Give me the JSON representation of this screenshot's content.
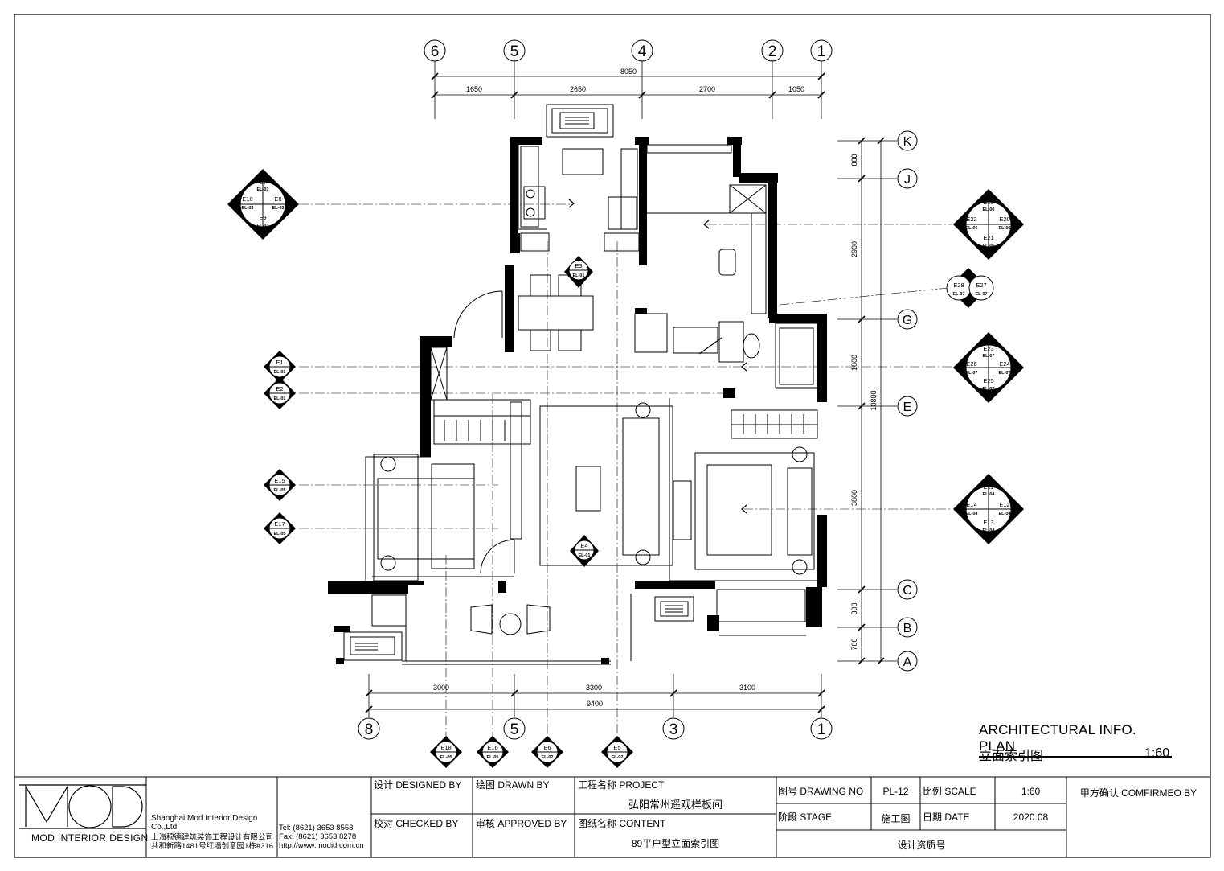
{
  "grid_top": [
    "6",
    "5",
    "4",
    "2",
    "1"
  ],
  "grid_bottom": [
    "8",
    "5",
    "3",
    "1"
  ],
  "grid_right": [
    "K",
    "J",
    "G",
    "E",
    "C",
    "B",
    "A"
  ],
  "dims_top_total": "8050",
  "dims_top": [
    "1650",
    "2650",
    "2700",
    "1050"
  ],
  "dims_bottom": [
    "3000",
    "3300",
    "3100"
  ],
  "dims_bottom_total": "9400",
  "dims_right": [
    "800",
    "2900",
    "1800",
    "3800",
    "800",
    "700"
  ],
  "dims_right_total": "10800",
  "markers": {
    "left_quad": {
      "top": "E7",
      "right": "E8",
      "bottom": "E9",
      "left": "E10",
      "ref": "EL-03"
    },
    "right_quad1": {
      "top": "E19",
      "right": "E20",
      "bottom": "E21",
      "left": "E22",
      "ref": "EL-06"
    },
    "right_quad2": {
      "top": "E23",
      "right": "E24",
      "bottom": "E25",
      "left": "E26",
      "ref": "EL-07"
    },
    "right_quad3": {
      "top": "E11",
      "right": "E12",
      "bottom": "E13",
      "left": "E14",
      "ref": "EL-04"
    },
    "right_pair": {
      "a": "E28",
      "b": "E27",
      "ref": "EL-07"
    },
    "left_single": [
      {
        "id": "E1",
        "ref": "EL-01"
      },
      {
        "id": "E2",
        "ref": "EL-01"
      },
      {
        "id": "E15",
        "ref": "EL-05"
      },
      {
        "id": "E17",
        "ref": "EL-05"
      }
    ],
    "bottom_single": [
      {
        "id": "E18",
        "ref": "EL-05"
      },
      {
        "id": "E16",
        "ref": "EL-05"
      },
      {
        "id": "E6",
        "ref": "EL-02"
      },
      {
        "id": "E5",
        "ref": "EL-02"
      }
    ],
    "interior": [
      {
        "id": "E3",
        "ref": "EL-01"
      },
      {
        "id": "E4",
        "ref": "EL-01"
      }
    ]
  },
  "plan_title": "ARCHITECTURAL INFO. PLAN",
  "plan_subtitle": "立面索引图",
  "plan_scale": "1:60",
  "title_block": {
    "logo_text": "MOD",
    "logo_caption": "MOD INTERIOR DESIGN",
    "company_en": "Shanghai Mod Interior Design Co.,Ltd",
    "company_cn": "上海穆德建筑装饰工程设计有限公司",
    "address": "共和新路1481号红墙创意园1栋#316",
    "tel": "Tel:  (8621) 3653 8558",
    "fax": "Fax: (8621) 3653 8278",
    "web": "http://www.modid.com.cn",
    "designed_by": "设计 DESIGNED BY",
    "drawn_by": "绘图 DRAWN BY",
    "checked_by": "校对 CHECKED BY",
    "approved_by": "审核 APPROVED BY",
    "project_label": "工程名称 PROJECT",
    "project_value": "弘阳常州遥观样板间",
    "content_label": "图纸名称 CONTENT",
    "content_value": "89平户型立面索引图",
    "drawing_no_label": "图号 DRAWING NO",
    "drawing_no_value": "PL-12",
    "scale_label": "比例 SCALE",
    "scale_value": "1:60",
    "stage_label": "阶段 STAGE",
    "stage_value": "施工图",
    "date_label": "日期 DATE",
    "date_value": "2020.08",
    "qualification": "设计资质号",
    "confirm": "甲方确认 COMFIRMEO BY"
  }
}
